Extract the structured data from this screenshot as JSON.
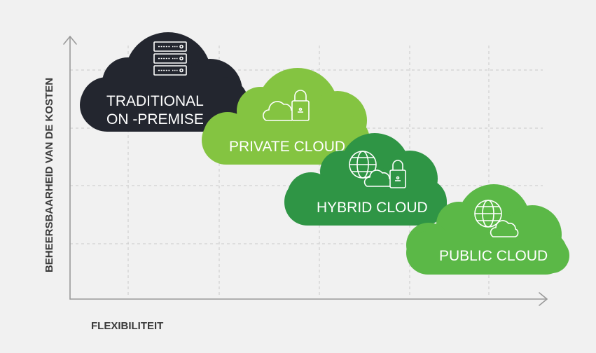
{
  "axes": {
    "y_label": "BEHEERSBAARHEID VAN DE KOSTEN",
    "x_label": "FLEXIBILITEIT"
  },
  "colors": {
    "background": "#f1f1f1",
    "axis": "#9a9a9a",
    "grid": "#c9c9c9",
    "axis_label": "#3a3a3a",
    "traditional": "#23262f",
    "private": "#84c441",
    "hybrid": "#2f9545",
    "public": "#5bb847",
    "icon_stroke": "#ffffff"
  },
  "clouds": [
    {
      "id": "traditional",
      "lines": [
        "TRADITIONAL",
        "ON -PREMISE"
      ],
      "icon": "server-rack-icon"
    },
    {
      "id": "private",
      "lines": [
        "PRIVATE CLOUD"
      ],
      "icon": "cloud-lock-icon"
    },
    {
      "id": "hybrid",
      "lines": [
        "HYBRID CLOUD"
      ],
      "icon": "globe-cloud-lock-icon"
    },
    {
      "id": "public",
      "lines": [
        "PUBLIC CLOUD"
      ],
      "icon": "globe-cloud-icon"
    }
  ]
}
